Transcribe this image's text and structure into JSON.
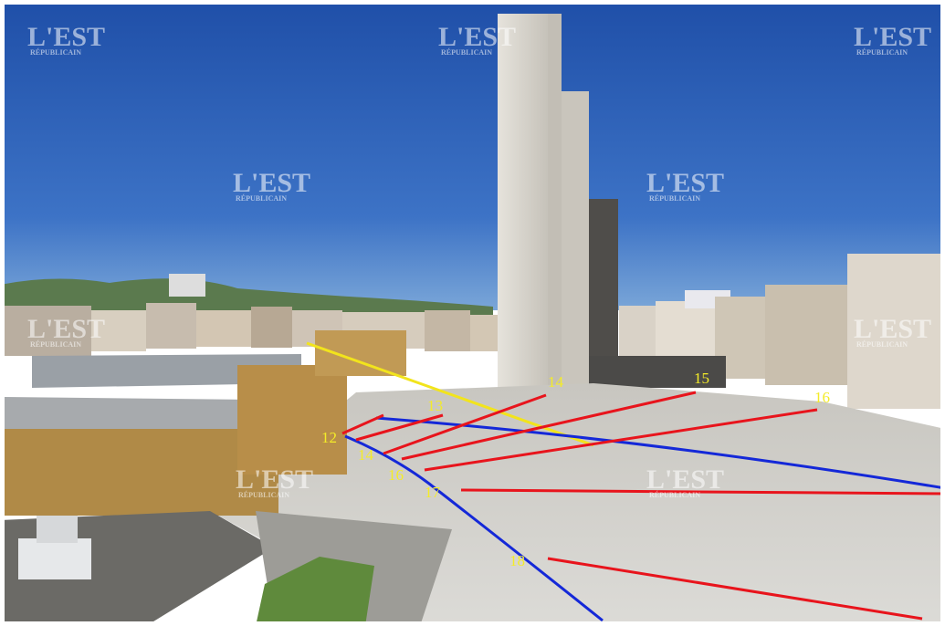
{
  "watermark": {
    "brand": "L'EST",
    "sub": "RÉPUBLICAIN"
  },
  "annotations": {
    "yellow_labels": [
      "12",
      "13",
      "14",
      "14",
      "15",
      "16",
      "16",
      "17",
      "18"
    ],
    "colors": {
      "red": "#e8141c",
      "blue": "#1428d8",
      "yellow": "#f2e41c",
      "label": "#f4ec28"
    }
  },
  "scene": {
    "sky_top": "#1f4fa8",
    "sky_bottom": "#6f9fd6",
    "plaza": "#cfcfcc",
    "tower": "#d9d6cf",
    "station_stone": "#b08a47",
    "roof": "#9aa0a6"
  }
}
